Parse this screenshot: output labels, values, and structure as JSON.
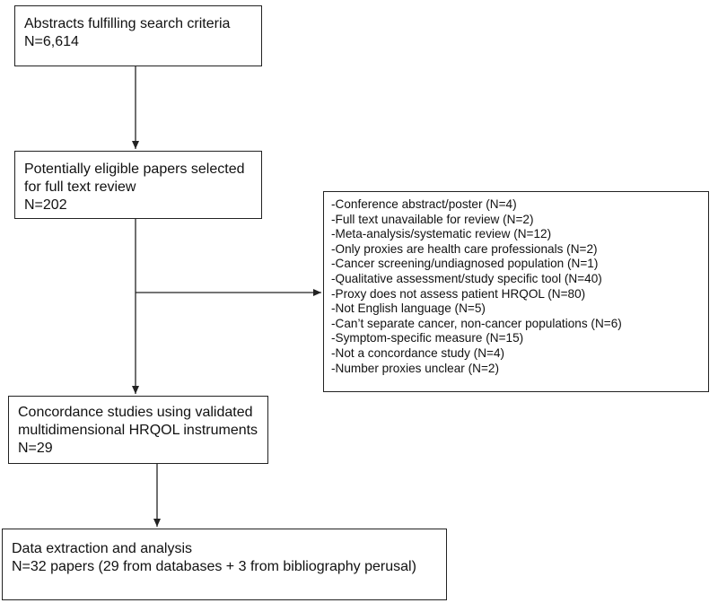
{
  "flowchart": {
    "search": {
      "title": "Abstracts fulfilling search criteria",
      "count": "N=6,614"
    },
    "eligible": {
      "title": "Potentially eligible papers selected for full text review",
      "count": "N=202"
    },
    "exclusions": [
      "-Conference abstract/poster (N=4)",
      "-Full text unavailable for review (N=2)",
      "-Meta-analysis/systematic review (N=12)",
      "-Only proxies are health care professionals (N=2)",
      "-Cancer screening/undiagnosed population (N=1)",
      "-Qualitative assessment/study specific tool (N=40)",
      "-Proxy does not assess patient HRQOL (N=80)",
      "-Not English language (N=5)",
      "-Can’t separate cancer, non-cancer populations (N=6)",
      "-Symptom-specific measure (N=15)",
      "-Not a concordance study (N=4)",
      "-Number proxies unclear (N=2)"
    ],
    "concordance": {
      "title_line1": "Concordance studies using validated",
      "title_line2": "multidimensional HRQOL instruments",
      "count": "N=29"
    },
    "extraction": {
      "title": "Data extraction and analysis",
      "count": "N=32 papers (29 from databases + 3 from bibliography perusal)"
    }
  }
}
